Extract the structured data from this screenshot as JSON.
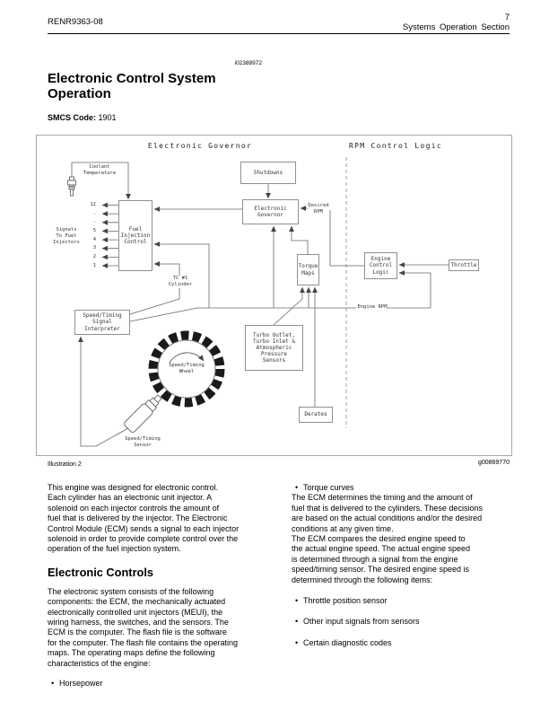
{
  "header": {
    "doc_number": "RENR9363-08",
    "page_number": "7",
    "section_title": "Systems Operation Section"
  },
  "article": {
    "media_number": "i02388972",
    "title": "Electronic Control System\nOperation",
    "smcs_label": "SMCS Code:",
    "smcs_value": "1901"
  },
  "illustration": {
    "caption": "Illustration 2",
    "graphic_number": "g00869770",
    "diagram": {
      "left_section_title": "Electronic Governor",
      "right_section_title": "RPM Control Logic",
      "boxes": {
        "shutdowns": "Shutdowns",
        "electronic_governor": "Electronic\nGovernor",
        "fuel_injection_control": "Fuel\nInjection\nControl",
        "torque_maps": "Torque\nMaps",
        "engine_control_logic": "Engine\nControl\nLogic",
        "throttle": "Throttle",
        "turbo_sensors": "Turbo Outlet,\nTurbo Inlet &\nAtmospheric\nPressure\nSensors",
        "derates": "Derates",
        "speed_timing_interpreter": "Speed/Timing\nSignal\nInterpreter"
      },
      "labels": {
        "coolant_temperature": "Coolant\nTemperature",
        "signals_to_fuel_injectors": "Signals\nTo Fuel\nInjectors",
        "tc_cylinder": "TC #1\nCylinder",
        "desired_rpm": "Desired\nRPM",
        "engine_rpm": "Engine RPM",
        "speed_timing_wheel": "Speed/Timing\nWheel",
        "speed_timing_sensor": "Speed/Timing\nSensor"
      },
      "injector_numbers": [
        "12",
        ".",
        ".",
        "5",
        "4",
        "3",
        "2",
        "1"
      ]
    }
  },
  "content": {
    "left": {
      "p1": "This engine was designed for electronic control.\nEach cylinder has an electronic unit injector. A\nsolenoid on each injector controls the amount of\nfuel that is delivered by the injector. The Electronic\nControl Module (ECM) sends a signal to each injector\nsolenoid in order to provide complete control over the\noperation of the fuel injection system.",
      "heading": "Electronic Controls",
      "p2": "The electronic system consists of the following\ncomponents: the ECM, the mechanically actuated\nelectronically controlled unit injectors (MEUI), the\nwiring harness, the switches, and the sensors. The\nECM is the computer. The flash file is the software\nfor the computer. The flash file contains the operating\nmaps. The operating maps define the following\ncharacteristics of the engine:",
      "bullets": [
        "Horsepower"
      ]
    },
    "right": {
      "bullets_top": [
        "Torque curves"
      ],
      "p1": "The ECM determines the timing and the amount of\nfuel that is delivered to the cylinders. These decisions\nare based on the actual conditions and/or the desired\nconditions at any given time.",
      "p2": "The ECM compares the desired engine speed to\nthe actual engine speed. The actual engine speed\nis determined through a signal from the engine\nspeed/timing sensor. The desired engine speed is\ndetermined through the following items:",
      "bullets_bottom": [
        "Throttle position sensor",
        "Other input signals from sensors",
        "Certain diagnostic codes"
      ]
    }
  },
  "ui": {
    "bullet": "•"
  }
}
